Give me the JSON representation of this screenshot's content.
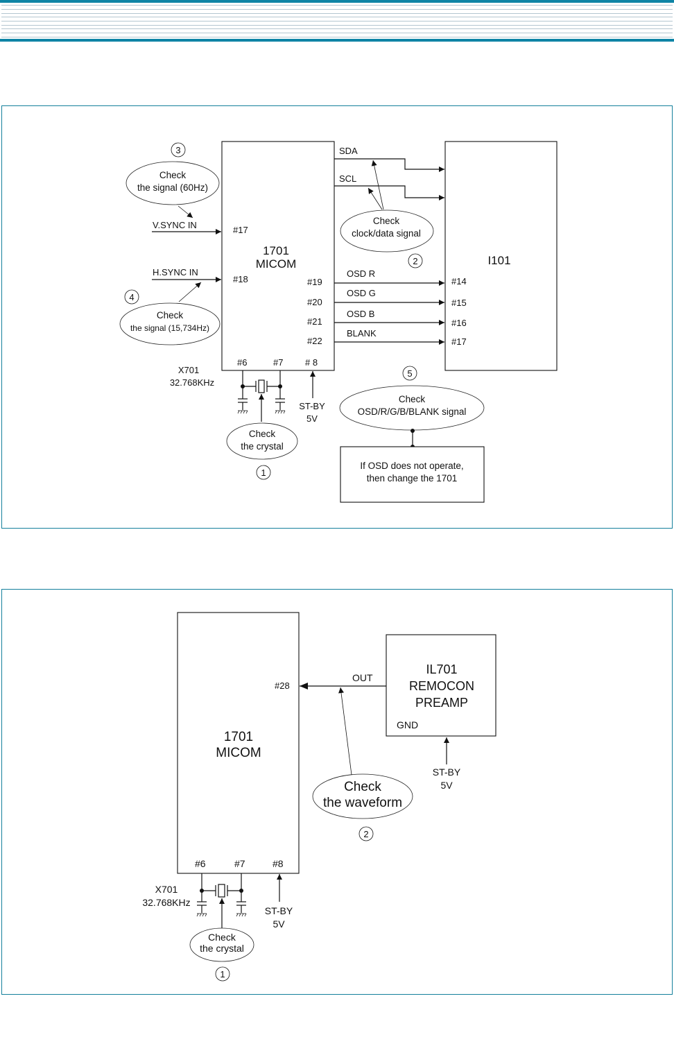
{
  "colors": {
    "header_bar": "#0e84a5",
    "header_rule": "#b4c6d0",
    "panel_border": "#137f9b",
    "ink": "#111111"
  },
  "diagram1": {
    "micom": {
      "name": "1701",
      "label": "MICOM",
      "pins_left": [
        "#17",
        "#18"
      ],
      "pins_right": [
        "#19",
        "#20",
        "#21",
        "#22"
      ],
      "pins_bottom": [
        "#6",
        "#7",
        "# 8"
      ]
    },
    "target_ic": {
      "name": "I101",
      "pins": [
        "#14",
        "#15",
        "#16",
        "#17"
      ]
    },
    "signals": {
      "sda": "SDA",
      "scl": "SCL",
      "vsync": "V.SYNC IN",
      "hsync": "H.SYNC IN",
      "osd_r": "OSD R",
      "osd_g": "OSD G",
      "osd_b": "OSD B",
      "blank": "BLANK"
    },
    "crystal": {
      "ref": "X701",
      "freq": "32.768KHz"
    },
    "standby": {
      "line1": "ST-BY",
      "line2": "5V"
    },
    "checks": [
      {
        "num": "1",
        "line1": "Check",
        "line2": "the crystal"
      },
      {
        "num": "2",
        "line1": "Check",
        "line2": "clock/data signal"
      },
      {
        "num": "3",
        "line1": "Check",
        "line2": "the signal (60Hz)"
      },
      {
        "num": "4",
        "line1": "Check",
        "line2": "the signal (15,734Hz)"
      },
      {
        "num": "5",
        "line1": "Check",
        "line2": "OSD/R/G/B/BLANK signal"
      }
    ],
    "action_box": {
      "line1": "If OSD does not operate,",
      "line2": "then change the 1701"
    }
  },
  "diagram2": {
    "micom": {
      "name": "1701",
      "label": "MICOM",
      "pin_right": "#28",
      "pins_bottom": [
        "#6",
        "#7",
        "#8"
      ]
    },
    "preamp": {
      "name": "IL701",
      "line2": "REMOCON",
      "line3": "PREAMP",
      "gnd": "GND",
      "out": "OUT"
    },
    "crystal": {
      "ref": "X701",
      "freq": "32.768KHz"
    },
    "standby_micom": {
      "line1": "ST-BY",
      "line2": "5V"
    },
    "standby_preamp": {
      "line1": "ST-BY",
      "line2": "5V"
    },
    "checks": [
      {
        "num": "1",
        "line1": "Check",
        "line2": "the crystal"
      },
      {
        "num": "2",
        "line1": "Check",
        "line2": "the waveform"
      }
    ]
  }
}
